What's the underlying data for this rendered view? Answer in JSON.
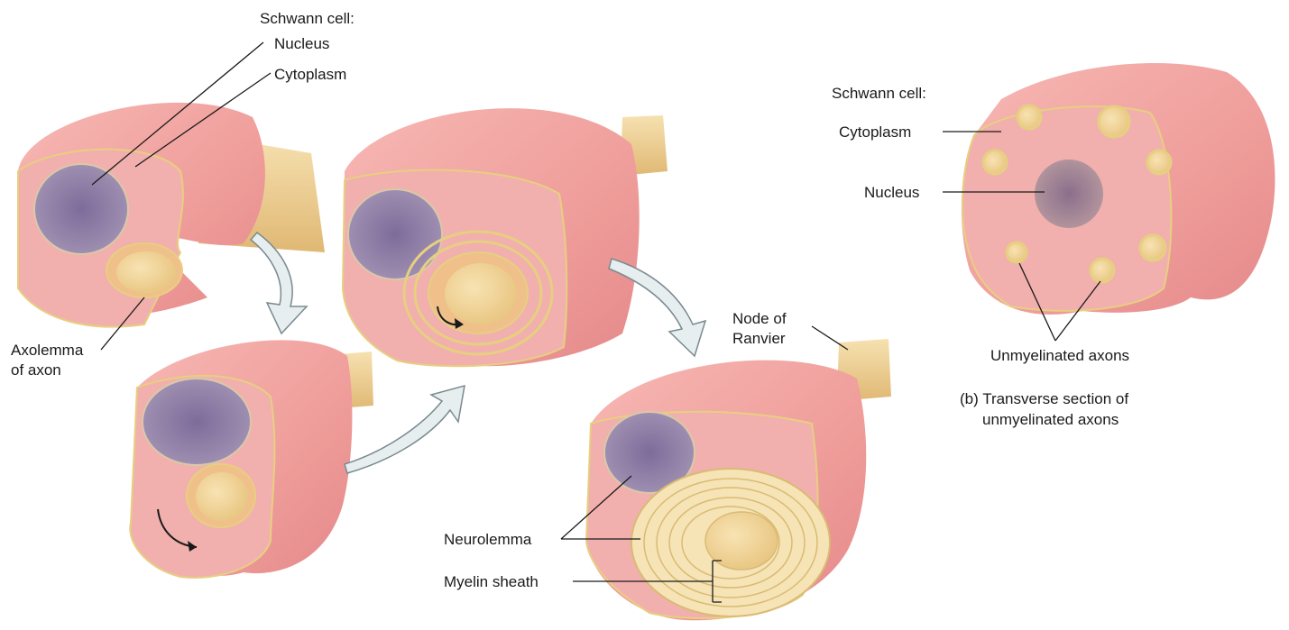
{
  "panel_a": {
    "schwann_heading": "Schwann cell:",
    "nucleus": "Nucleus",
    "cytoplasm": "Cytoplasm",
    "axolemma_line1": "Axolemma",
    "axolemma_line2": "of axon",
    "node_line1": "Node of",
    "node_line2": "Ranvier",
    "neurolemma": "Neurolemma",
    "myelin_sheath": "Myelin sheath"
  },
  "panel_b": {
    "schwann_heading": "Schwann cell:",
    "cytoplasm": "Cytoplasm",
    "nucleus": "Nucleus",
    "unmyelinated": "Unmyelinated axons",
    "caption_line1": "(b) Transverse section of",
    "caption_line2": "unmyelinated axons"
  },
  "colors": {
    "cell_body": "#f2a3a3",
    "cell_face": "#f1b3b3",
    "nucleus": "#8e7fa8",
    "axon": "#f0d69a",
    "membrane": "#e8cf7a",
    "arrow": "#e6eef0"
  }
}
